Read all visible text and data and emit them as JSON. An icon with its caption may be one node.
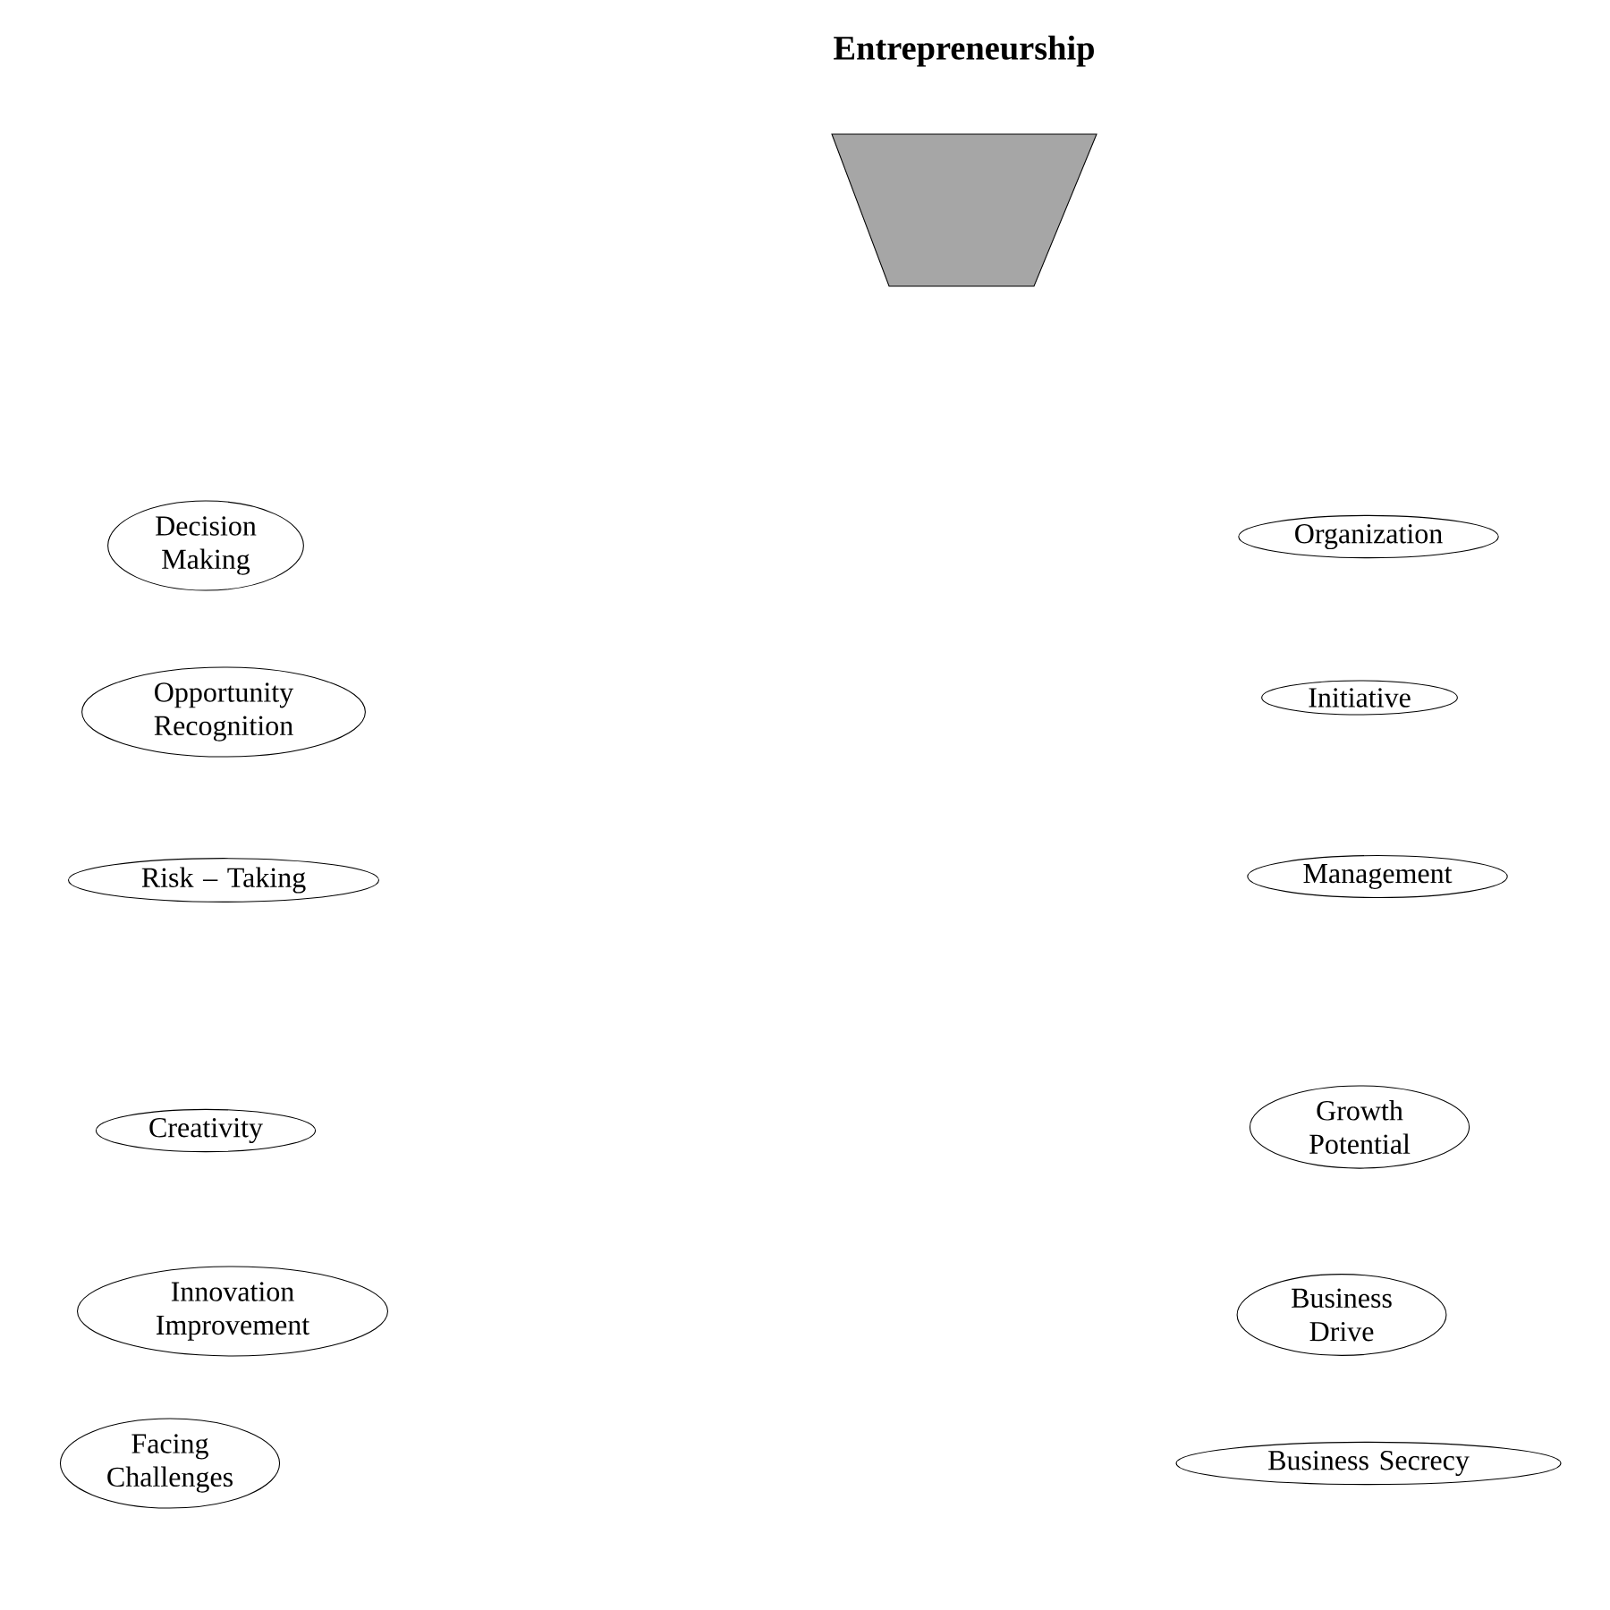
{
  "diagram": {
    "nodes": [
      {
        "text": [
          "Entrepreneurship"
        ]
      },
      {
        "text": [
          "Decision Making"
        ]
      },
      {
        "text": [
          "Opportunity Recognition"
        ]
      },
      {
        "text": [
          "Risk – Taking"
        ]
      },
      {
        "text": [
          "Creativity"
        ]
      },
      {
        "text": [
          "Innovation Improvement"
        ]
      },
      {
        "text": [
          "Facing Challenges"
        ]
      },
      {
        "text": [
          "Organization"
        ]
      },
      {
        "text": [
          "Initiative"
        ]
      },
      {
        "text": [
          "Management"
        ]
      },
      {
        "text": [
          "Growth Potential"
        ]
      },
      {
        "text": [
          "Business Drive"
        ]
      },
      {
        "text": [
          "Business Secrecy"
        ]
      }
    ],
    "edges": []
  }
}
